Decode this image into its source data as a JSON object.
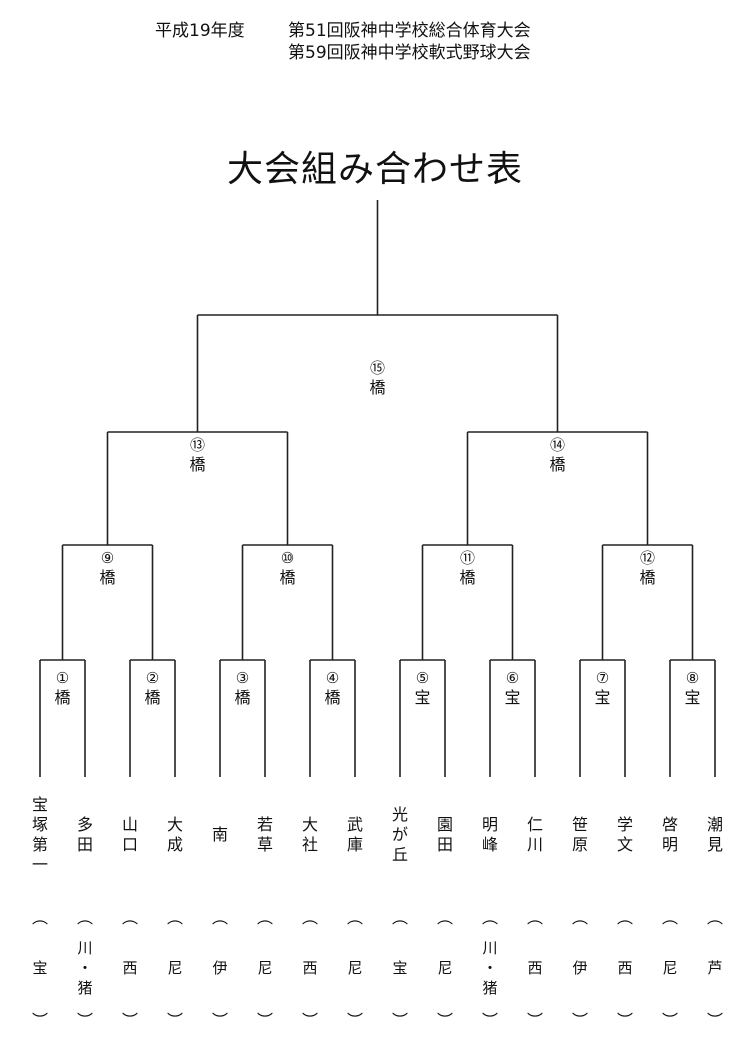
{
  "header": {
    "era": "平成19年度",
    "event_line1": "第51回阪神中学校総合体育大会",
    "event_line2": "第59回阪神中学校軟式野球大会"
  },
  "title": "大会組み合わせ表",
  "teams": [
    {
      "name": "宝塚第一",
      "region": "宝"
    },
    {
      "name": "多田",
      "region": "川・猪"
    },
    {
      "name": "山口",
      "region": "西"
    },
    {
      "name": "大成",
      "region": "尼"
    },
    {
      "name": "南",
      "region": "伊"
    },
    {
      "name": "若草",
      "region": "尼"
    },
    {
      "name": "大社",
      "region": "西"
    },
    {
      "name": "武庫",
      "region": "尼"
    },
    {
      "name": "光が丘",
      "region": "宝"
    },
    {
      "name": "園田",
      "region": "尼"
    },
    {
      "name": "明峰",
      "region": "川・猪"
    },
    {
      "name": "仁川",
      "region": "西"
    },
    {
      "name": "笹原",
      "region": "伊"
    },
    {
      "name": "学文",
      "region": "西"
    },
    {
      "name": "啓明",
      "region": "尼"
    },
    {
      "name": "潮見",
      "region": "芦"
    }
  ],
  "matches": [
    {
      "number": "①",
      "venue": "橋"
    },
    {
      "number": "②",
      "venue": "橋"
    },
    {
      "number": "③",
      "venue": "橋"
    },
    {
      "number": "④",
      "venue": "橋"
    },
    {
      "number": "⑤",
      "venue": "宝"
    },
    {
      "number": "⑥",
      "venue": "宝"
    },
    {
      "number": "⑦",
      "venue": "宝"
    },
    {
      "number": "⑧",
      "venue": "宝"
    },
    {
      "number": "⑨",
      "venue": "橋"
    },
    {
      "number": "⑩",
      "venue": "橋"
    },
    {
      "number": "⑪",
      "venue": "橋"
    },
    {
      "number": "⑫",
      "venue": "橋"
    },
    {
      "number": "⑬",
      "venue": "橋"
    },
    {
      "number": "⑭",
      "venue": "橋"
    },
    {
      "number": "⑮",
      "venue": "橋"
    }
  ],
  "paren_open": "︵",
  "paren_close": "︶"
}
